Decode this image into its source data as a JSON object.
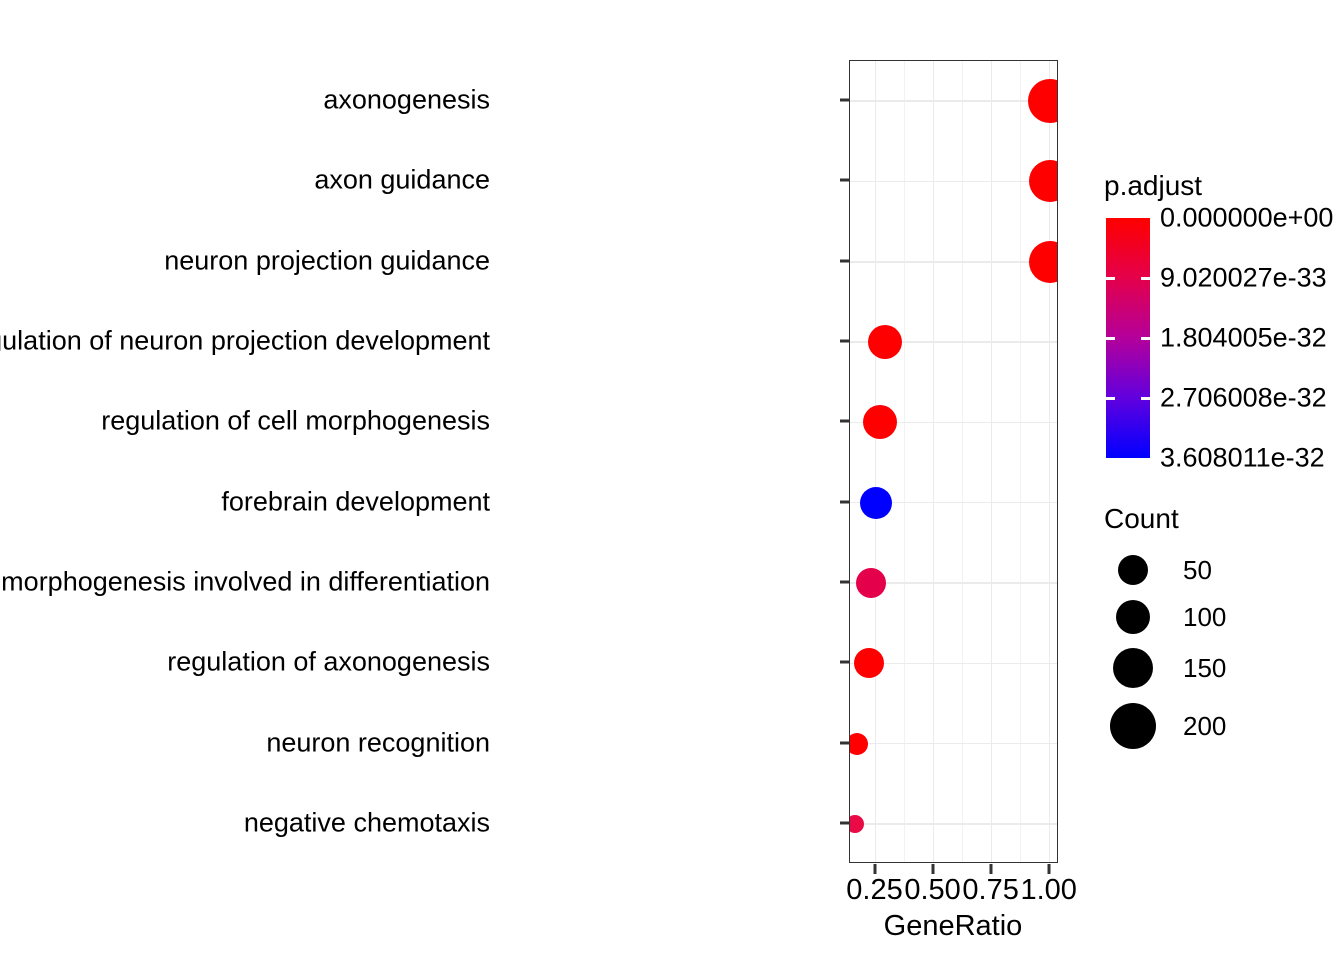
{
  "chart_data": {
    "type": "scatter",
    "subtype": "dotplot",
    "title": "",
    "xlabel": "GeneRatio",
    "ylabel": "",
    "xlim": [
      0.14,
      1.04
    ],
    "xticks": [
      0.25,
      0.5,
      0.75,
      1.0
    ],
    "xticklabels": [
      "0.25",
      "0.50",
      "0.75",
      "1.00"
    ],
    "grid": true,
    "legend_position": "right",
    "categories": [
      "axonogenesis",
      "axon guidance",
      "neuron projection guidance",
      "regulation of neuron projection development",
      "regulation of cell morphogenesis",
      "forebrain development",
      "regulation of cell morphogenesis involved in differentiation",
      "regulation of axonogenesis",
      "neuron recognition",
      "negative chemotaxis"
    ],
    "points": [
      {
        "term": "axonogenesis",
        "gene_ratio": 1.0,
        "count": 215,
        "p_adjust": 0.0,
        "color": "#ff0000",
        "radius": 22
      },
      {
        "term": "axon guidance",
        "gene_ratio": 1.0,
        "count": 205,
        "p_adjust": 0.0,
        "color": "#ff0000",
        "radius": 21
      },
      {
        "term": "neuron projection guidance",
        "gene_ratio": 1.0,
        "count": 205,
        "p_adjust": 0.0,
        "color": "#ff0000",
        "radius": 21
      },
      {
        "term": "regulation of neuron projection development",
        "gene_ratio": 0.29,
        "count": 112,
        "p_adjust": 0.0,
        "color": "#ff0000",
        "radius": 17
      },
      {
        "term": "regulation of cell morphogenesis",
        "gene_ratio": 0.27,
        "count": 112,
        "p_adjust": 0.0,
        "color": "#ff0000",
        "radius": 17
      },
      {
        "term": "forebrain development",
        "gene_ratio": 0.25,
        "count": 100,
        "p_adjust": 3.608011e-32,
        "color": "#0000ff",
        "radius": 16
      },
      {
        "term": "regulation of cell morphogenesis involved in differentiation",
        "gene_ratio": 0.23,
        "count": 93,
        "p_adjust": 9.020027e-33,
        "color": "#e4004b",
        "radius": 15
      },
      {
        "term": "regulation of axonogenesis",
        "gene_ratio": 0.22,
        "count": 93,
        "p_adjust": 0.0,
        "color": "#ff0000",
        "radius": 15
      },
      {
        "term": "neuron recognition",
        "gene_ratio": 0.17,
        "count": 48,
        "p_adjust": 0.0,
        "color": "#ff0000",
        "radius": 11
      },
      {
        "term": "negative chemotaxis",
        "gene_ratio": 0.16,
        "count": 36,
        "p_adjust": 9.020027e-33,
        "color": "#ea0a45",
        "radius": 9
      }
    ],
    "color_legend": {
      "title": "p.adjust",
      "labels": [
        "0.000000e+00",
        "9.020027e-33",
        "1.804005e-32",
        "2.706008e-32",
        "3.608011e-32"
      ],
      "values": [
        0.0,
        9.020027e-33,
        1.804005e-32,
        2.706008e-32,
        3.608011e-32
      ],
      "gradient_high": "#ff0000",
      "gradient_low": "#0000ff"
    },
    "size_legend": {
      "title": "Count",
      "labels": [
        "50",
        "100",
        "150",
        "200"
      ],
      "values": [
        50,
        100,
        150,
        200
      ],
      "radii": [
        15,
        17,
        20,
        23
      ],
      "color": "#000000"
    }
  },
  "axes": {
    "x_title": "GeneRatio"
  }
}
